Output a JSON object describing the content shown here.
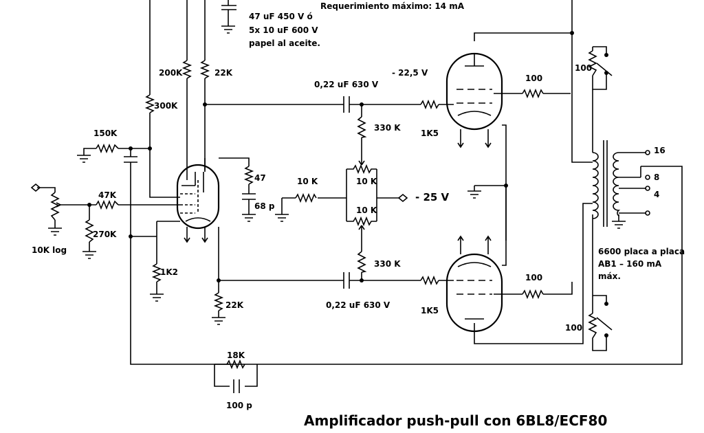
{
  "notes": {
    "cap_line1": "47 uF 450 V ó",
    "cap_line2": "5x 10 uF 600 V",
    "cap_line3": "papel al aceite.",
    "requirement": "Requerimiento máximo: 14 mA",
    "transformer_line1": "6600 placa a placa",
    "transformer_line2": "AB1 – 160 mA",
    "transformer_line3": "máx."
  },
  "labels": {
    "r_200k": "200K",
    "r_22k_top": "22K",
    "r_300k": "300K",
    "r_150k": "150K",
    "r_47k": "47K",
    "r_270k": "270K",
    "pot_10k_log": "10K log",
    "r_1k2": "1K2",
    "r_22k_bottom": "22K",
    "r_47": "47",
    "c_68p": "68 p",
    "c_top_coupling": "0,22 uF 630 V",
    "c_bottom_coupling": "0,22 uF 630 V",
    "r_330k_top": "330 K",
    "r_330k_bottom": "330 K",
    "r_10k_left": "10 K",
    "pot_10k_top": "10 K",
    "pot_10k_bottom": "10 K",
    "bias_top": "- 22,5 V",
    "bias_supply": "- 25 V",
    "r_1k5_top": "1K5",
    "r_1k5_bottom": "1K5",
    "r_100_top": "100",
    "r_100_bottom": "100",
    "pot_100_top": "100",
    "pot_100_bottom": "100",
    "tap_16": "16",
    "tap_8": "8",
    "tap_4": "4",
    "r_18k": "18K",
    "c_100p": "100 p"
  },
  "title": "Amplificador push-pull con 6BL8/ECF80",
  "colors": {
    "ink": "#000000",
    "background": "#ffffff"
  }
}
